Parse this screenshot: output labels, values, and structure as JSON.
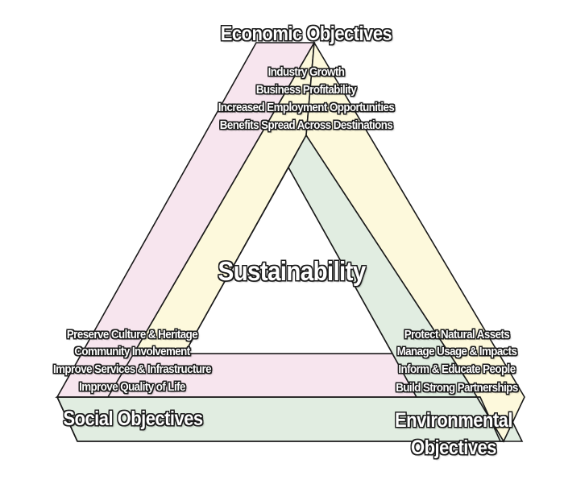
{
  "diagram": {
    "type": "penrose-triangle",
    "colors": {
      "economic_band": "#f7e5ee",
      "social_band_connector": "#fdf9dc",
      "environmental_band": "#e1ede1",
      "outline": "#1a1a1a",
      "background": "#ffffff"
    },
    "center": {
      "label": "Sustainability"
    },
    "economic": {
      "title": "Economic Objectives",
      "items": [
        "Industry Growth",
        "Business Profitability",
        "Increased Employment Opportunities",
        "Benefits Spread Across Destinations"
      ]
    },
    "social": {
      "title": "Social Objectives",
      "items": [
        "Preserve Culture & Heritage",
        "Community Involvement",
        "Improve Services & Infrastructure",
        "Improve Quality of Life"
      ]
    },
    "environmental": {
      "title_line1": "Environmental",
      "title_line2": "Objectives",
      "items": [
        "Protect Natural Assets",
        "Manage Usage & Impacts",
        "Inform & Educate People",
        "Build Strong Partnerships"
      ]
    }
  }
}
